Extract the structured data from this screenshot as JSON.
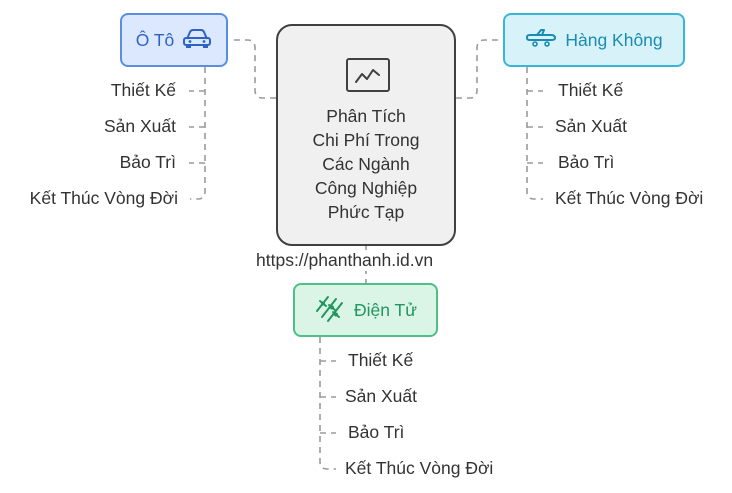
{
  "central": {
    "icon": "chart-line-icon",
    "lines": [
      "Phân Tích",
      "Chi Phí Trong",
      "Các Ngành",
      "Công Nghiệp",
      "Phức Tạp"
    ]
  },
  "url": "https://phanthanh.id.vn",
  "categories": {
    "oto": {
      "label": "Ô Tô",
      "icon": "car-icon",
      "color": "#5b8de0",
      "items": [
        "Thiết Kế",
        "Sản Xuất",
        "Bảo Trì",
        "Kết Thúc Vòng Đời"
      ]
    },
    "hang_khong": {
      "label": "Hàng Không",
      "icon": "airplane-icon",
      "color": "#38b5dc",
      "items": [
        "Thiết Kế",
        "Sản Xuất",
        "Bảo Trì",
        "Kết Thúc Vòng Đời"
      ]
    },
    "dien_tu": {
      "label": "Điện Tử",
      "icon": "circuit-icon",
      "color": "#4cc085",
      "items": [
        "Thiết Kế",
        "Sản Xuất",
        "Bảo Trì",
        "Kết Thúc Vòng Đời"
      ]
    }
  }
}
